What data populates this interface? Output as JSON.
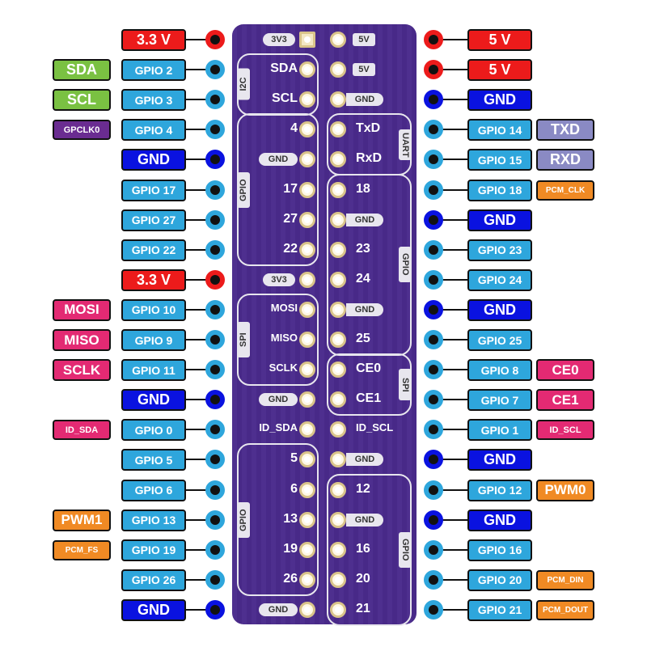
{
  "title": "Raspberry Pi GPIO Pinout",
  "colors": {
    "gpio": "#2ea6dc",
    "power_3v3": "#ec1b1b",
    "power_5v": "#ec1b1b",
    "ground": "#0a12e0",
    "i2c": "#7ac142",
    "gpclk": "#6a2c91",
    "spi": "#e32a73",
    "uart": "#8a8ac4",
    "pwm_pcm": "#f08a24",
    "board": "#4a2a8c"
  },
  "left_pins": [
    {
      "label": "3.3 V",
      "type": "power",
      "function": null,
      "silk": "3V3",
      "silk_style": "pill"
    },
    {
      "label": "GPIO 2",
      "type": "gpio",
      "function": "SDA",
      "function_type": "i2c",
      "silk": "SDA",
      "silk_style": "text"
    },
    {
      "label": "GPIO 3",
      "type": "gpio",
      "function": "SCL",
      "function_type": "i2c",
      "silk": "SCL",
      "silk_style": "text"
    },
    {
      "label": "GPIO 4",
      "type": "gpio",
      "function": "GPCLK0",
      "function_type": "gpclk",
      "silk": "4",
      "silk_style": "text"
    },
    {
      "label": "GND",
      "type": "ground",
      "function": null,
      "silk": "GND",
      "silk_style": "pill"
    },
    {
      "label": "GPIO 17",
      "type": "gpio",
      "function": null,
      "silk": "17",
      "silk_style": "text"
    },
    {
      "label": "GPIO 27",
      "type": "gpio",
      "function": null,
      "silk": "27",
      "silk_style": "text"
    },
    {
      "label": "GPIO 22",
      "type": "gpio",
      "function": null,
      "silk": "22",
      "silk_style": "text"
    },
    {
      "label": "3.3 V",
      "type": "power",
      "function": null,
      "silk": "3V3",
      "silk_style": "pill"
    },
    {
      "label": "GPIO 10",
      "type": "gpio",
      "function": "MOSI",
      "function_type": "spi",
      "silk": "MOSI",
      "silk_style": "text"
    },
    {
      "label": "GPIO 9",
      "type": "gpio",
      "function": "MISO",
      "function_type": "spi",
      "silk": "MISO",
      "silk_style": "text"
    },
    {
      "label": "GPIO 11",
      "type": "gpio",
      "function": "SCLK",
      "function_type": "spi",
      "silk": "SCLK",
      "silk_style": "text"
    },
    {
      "label": "GND",
      "type": "ground",
      "function": null,
      "silk": "GND",
      "silk_style": "pill"
    },
    {
      "label": "GPIO 0",
      "type": "gpio",
      "function": "ID_SDA",
      "function_type": "spi_small",
      "silk": "ID_SDA",
      "silk_style": "text"
    },
    {
      "label": "GPIO 5",
      "type": "gpio",
      "function": null,
      "silk": "5",
      "silk_style": "text"
    },
    {
      "label": "GPIO 6",
      "type": "gpio",
      "function": null,
      "silk": "6",
      "silk_style": "text"
    },
    {
      "label": "GPIO 13",
      "type": "gpio",
      "function": "PWM1",
      "function_type": "pwm",
      "silk": "13",
      "silk_style": "text"
    },
    {
      "label": "GPIO 19",
      "type": "gpio",
      "function": "PCM_FS",
      "function_type": "pcm",
      "silk": "19",
      "silk_style": "text"
    },
    {
      "label": "GPIO 26",
      "type": "gpio",
      "function": null,
      "silk": "26",
      "silk_style": "text"
    },
    {
      "label": "GND",
      "type": "ground",
      "function": null,
      "silk": "GND",
      "silk_style": "pill"
    }
  ],
  "right_pins": [
    {
      "label": "5 V",
      "type": "power",
      "function": null,
      "silk": "5V",
      "silk_style": "pill"
    },
    {
      "label": "5 V",
      "type": "power",
      "function": null,
      "silk": "5V",
      "silk_style": "pill"
    },
    {
      "label": "GND",
      "type": "ground",
      "function": null,
      "silk": "GND",
      "silk_style": "pill"
    },
    {
      "label": "GPIO 14",
      "type": "gpio",
      "function": "TXD",
      "function_type": "uart",
      "silk": "TxD",
      "silk_style": "text"
    },
    {
      "label": "GPIO 15",
      "type": "gpio",
      "function": "RXD",
      "function_type": "uart",
      "silk": "RxD",
      "silk_style": "text"
    },
    {
      "label": "GPIO 18",
      "type": "gpio",
      "function": "PCM_CLK",
      "function_type": "pcm",
      "silk": "18",
      "silk_style": "text"
    },
    {
      "label": "GND",
      "type": "ground",
      "function": null,
      "silk": "GND",
      "silk_style": "pill"
    },
    {
      "label": "GPIO 23",
      "type": "gpio",
      "function": null,
      "silk": "23",
      "silk_style": "text"
    },
    {
      "label": "GPIO 24",
      "type": "gpio",
      "function": null,
      "silk": "24",
      "silk_style": "text"
    },
    {
      "label": "GND",
      "type": "ground",
      "function": null,
      "silk": "GND",
      "silk_style": "pill"
    },
    {
      "label": "GPIO 25",
      "type": "gpio",
      "function": null,
      "silk": "25",
      "silk_style": "text"
    },
    {
      "label": "GPIO 8",
      "type": "gpio",
      "function": "CE0",
      "function_type": "spi",
      "silk": "CE0",
      "silk_style": "text"
    },
    {
      "label": "GPIO 7",
      "type": "gpio",
      "function": "CE1",
      "function_type": "spi",
      "silk": "CE1",
      "silk_style": "text"
    },
    {
      "label": "GPIO 1",
      "type": "gpio",
      "function": "ID_SCL",
      "function_type": "spi_small",
      "silk": "ID_SCL",
      "silk_style": "text"
    },
    {
      "label": "GND",
      "type": "ground",
      "function": null,
      "silk": "GND",
      "silk_style": "pill"
    },
    {
      "label": "GPIO 12",
      "type": "gpio",
      "function": "PWM0",
      "function_type": "pwm",
      "silk": "12",
      "silk_style": "text"
    },
    {
      "label": "GND",
      "type": "ground",
      "function": null,
      "silk": "GND",
      "silk_style": "pill"
    },
    {
      "label": "GPIO 16",
      "type": "gpio",
      "function": null,
      "silk": "16",
      "silk_style": "text"
    },
    {
      "label": "GPIO 20",
      "type": "gpio",
      "function": "PCM_DIN",
      "function_type": "pcm",
      "silk": "20",
      "silk_style": "text"
    },
    {
      "label": "GPIO 21",
      "type": "gpio",
      "function": "PCM_DOUT",
      "function_type": "pcm",
      "silk": "21",
      "silk_style": "text"
    }
  ],
  "board_groups": {
    "left": [
      {
        "tag": "I2C",
        "from": 1,
        "to": 2
      },
      {
        "tag": "GPIO",
        "from": 3,
        "to": 7
      },
      {
        "tag": "SPI",
        "from": 9,
        "to": 11
      },
      {
        "tag": "GPIO",
        "from": 14,
        "to": 18
      }
    ],
    "right": [
      {
        "tag": "UART",
        "from": 3,
        "to": 4
      },
      {
        "tag": "GPIO",
        "from": 5,
        "to": 10
      },
      {
        "tag": "SPI",
        "from": 11,
        "to": 12
      },
      {
        "tag": "GPIO",
        "from": 15,
        "to": 19
      }
    ]
  }
}
